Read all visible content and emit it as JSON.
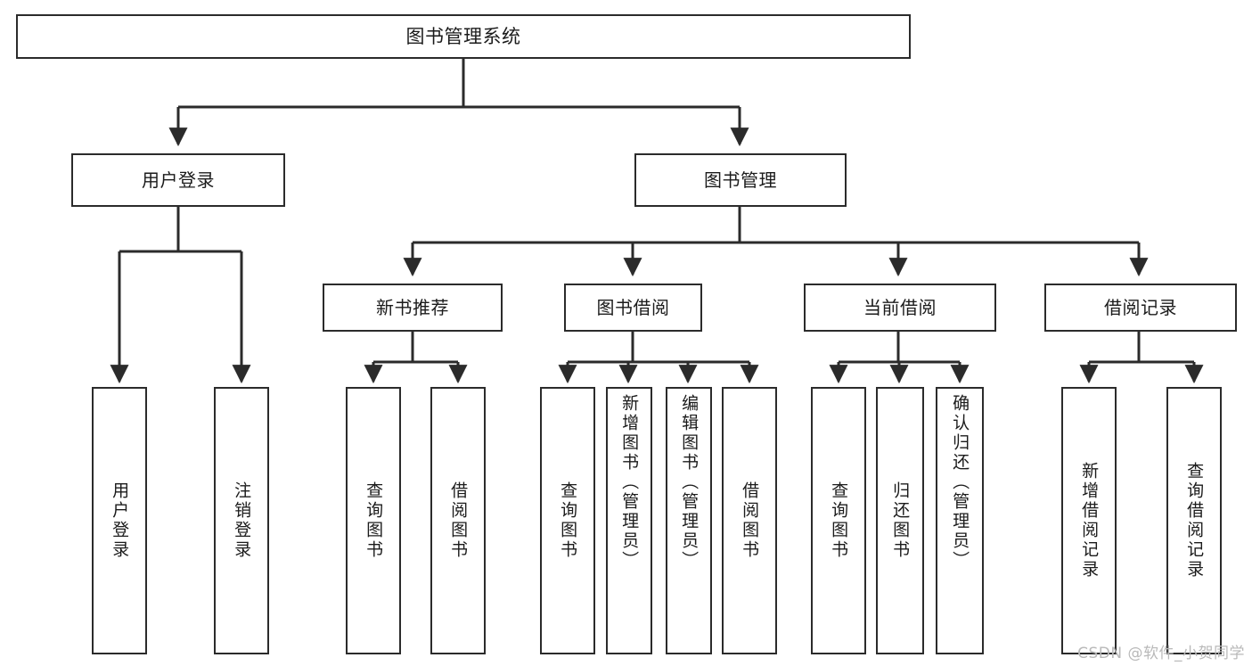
{
  "diagram": {
    "title": "图书管理系统",
    "type": "tree-hierarchy",
    "levels": 4,
    "colors": {
      "box_border": "#2b2b2b",
      "box_fill": "#ffffff",
      "edge": "#2b2b2b",
      "text": "#1b1b1b",
      "watermark": "#b9b9b9"
    },
    "nodes": {
      "root": {
        "label": "图书管理系统"
      },
      "level2": [
        {
          "id": "user-login",
          "label": "用户登录"
        },
        {
          "id": "book-manage",
          "label": "图书管理"
        }
      ],
      "level3": [
        {
          "id": "new-book-recommend",
          "label": "新书推荐"
        },
        {
          "id": "book-borrow",
          "label": "图书借阅"
        },
        {
          "id": "current-borrow",
          "label": "当前借阅"
        },
        {
          "id": "borrow-record",
          "label": "借阅记录"
        }
      ],
      "leaves": {
        "user_login": [
          {
            "id": "leaf-user-login",
            "label": "用户登录"
          },
          {
            "id": "leaf-logout-login",
            "label": "注销登录"
          }
        ],
        "new_book_recommend": [
          {
            "id": "leaf-query-book-1",
            "label": "查询图书"
          },
          {
            "id": "leaf-borrow-book-1",
            "label": "借阅图书"
          }
        ],
        "book_borrow": [
          {
            "id": "leaf-query-book-2",
            "label": "查询图书"
          },
          {
            "id": "leaf-add-book",
            "label": "新增图书（管理员）"
          },
          {
            "id": "leaf-edit-book",
            "label": "编辑图书（管理员）"
          },
          {
            "id": "leaf-borrow-book-2",
            "label": "借阅图书"
          }
        ],
        "current_borrow": [
          {
            "id": "leaf-query-book-3",
            "label": "查询图书"
          },
          {
            "id": "leaf-return-book",
            "label": "归还图书"
          },
          {
            "id": "leaf-confirm-return",
            "label": "确认归还（管理员）"
          }
        ],
        "borrow_record": [
          {
            "id": "leaf-add-borrow-record",
            "label": "新增借阅记录"
          },
          {
            "id": "leaf-query-borrow-record",
            "label": "查询借阅记录"
          }
        ]
      }
    }
  },
  "watermark": {
    "text": "CSDN @软件_小贺同学"
  }
}
